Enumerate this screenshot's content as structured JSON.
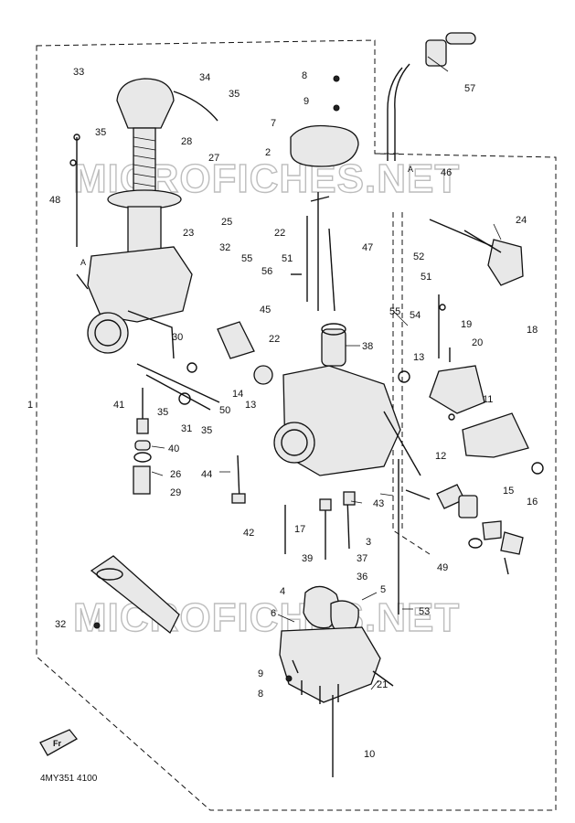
{
  "diagram": {
    "diagram_code": "4MY351 4100",
    "watermark": "MICROFICHES.NET",
    "fr_marker": "Fr",
    "frame_ref": "1",
    "reference_letter": "A",
    "callouts": [
      {
        "id": "c33",
        "label": "33"
      },
      {
        "id": "c34",
        "label": "34"
      },
      {
        "id": "c35a",
        "label": "35"
      },
      {
        "id": "c35b",
        "label": "35"
      },
      {
        "id": "c28",
        "label": "28"
      },
      {
        "id": "c48",
        "label": "48"
      },
      {
        "id": "c8a",
        "label": "8"
      },
      {
        "id": "c9a",
        "label": "9"
      },
      {
        "id": "c7",
        "label": "7"
      },
      {
        "id": "c2",
        "label": "2"
      },
      {
        "id": "c27",
        "label": "27"
      },
      {
        "id": "c25",
        "label": "25"
      },
      {
        "id": "c23",
        "label": "23"
      },
      {
        "id": "c22a",
        "label": "22"
      },
      {
        "id": "c47",
        "label": "47"
      },
      {
        "id": "c57",
        "label": "57"
      },
      {
        "id": "c46",
        "label": "46"
      },
      {
        "id": "c24",
        "label": "24"
      },
      {
        "id": "c32a",
        "label": "32"
      },
      {
        "id": "c55a",
        "label": "55"
      },
      {
        "id": "c51a",
        "label": "51"
      },
      {
        "id": "c56",
        "label": "56"
      },
      {
        "id": "c45",
        "label": "45"
      },
      {
        "id": "c52",
        "label": "52"
      },
      {
        "id": "c51b",
        "label": "51"
      },
      {
        "id": "c55b",
        "label": "55"
      },
      {
        "id": "c54",
        "label": "54"
      },
      {
        "id": "c19",
        "label": "19"
      },
      {
        "id": "c18",
        "label": "18"
      },
      {
        "id": "c20",
        "label": "20"
      },
      {
        "id": "c38",
        "label": "38"
      },
      {
        "id": "c30",
        "label": "30"
      },
      {
        "id": "c22b",
        "label": "22"
      },
      {
        "id": "c13a",
        "label": "13"
      },
      {
        "id": "c11",
        "label": "11"
      },
      {
        "id": "c14",
        "label": "14"
      },
      {
        "id": "c13b",
        "label": "13"
      },
      {
        "id": "c41",
        "label": "41"
      },
      {
        "id": "c35c",
        "label": "35"
      },
      {
        "id": "c31",
        "label": "31"
      },
      {
        "id": "c35d",
        "label": "35"
      },
      {
        "id": "c50",
        "label": "50"
      },
      {
        "id": "c40",
        "label": "40"
      },
      {
        "id": "c12",
        "label": "12"
      },
      {
        "id": "c26",
        "label": "26"
      },
      {
        "id": "c44",
        "label": "44"
      },
      {
        "id": "c29",
        "label": "29"
      },
      {
        "id": "c15",
        "label": "15"
      },
      {
        "id": "c16",
        "label": "16"
      },
      {
        "id": "c43",
        "label": "43"
      },
      {
        "id": "c42",
        "label": "42"
      },
      {
        "id": "c17",
        "label": "17"
      },
      {
        "id": "c3",
        "label": "3"
      },
      {
        "id": "c39",
        "label": "39"
      },
      {
        "id": "c37",
        "label": "37"
      },
      {
        "id": "c49",
        "label": "49"
      },
      {
        "id": "c36",
        "label": "36"
      },
      {
        "id": "c4",
        "label": "4"
      },
      {
        "id": "c5",
        "label": "5"
      },
      {
        "id": "c6",
        "label": "6"
      },
      {
        "id": "c53",
        "label": "53"
      },
      {
        "id": "c32b",
        "label": "32"
      },
      {
        "id": "c9b",
        "label": "9"
      },
      {
        "id": "c8b",
        "label": "8"
      },
      {
        "id": "c21",
        "label": "21"
      },
      {
        "id": "c10",
        "label": "10"
      }
    ]
  }
}
